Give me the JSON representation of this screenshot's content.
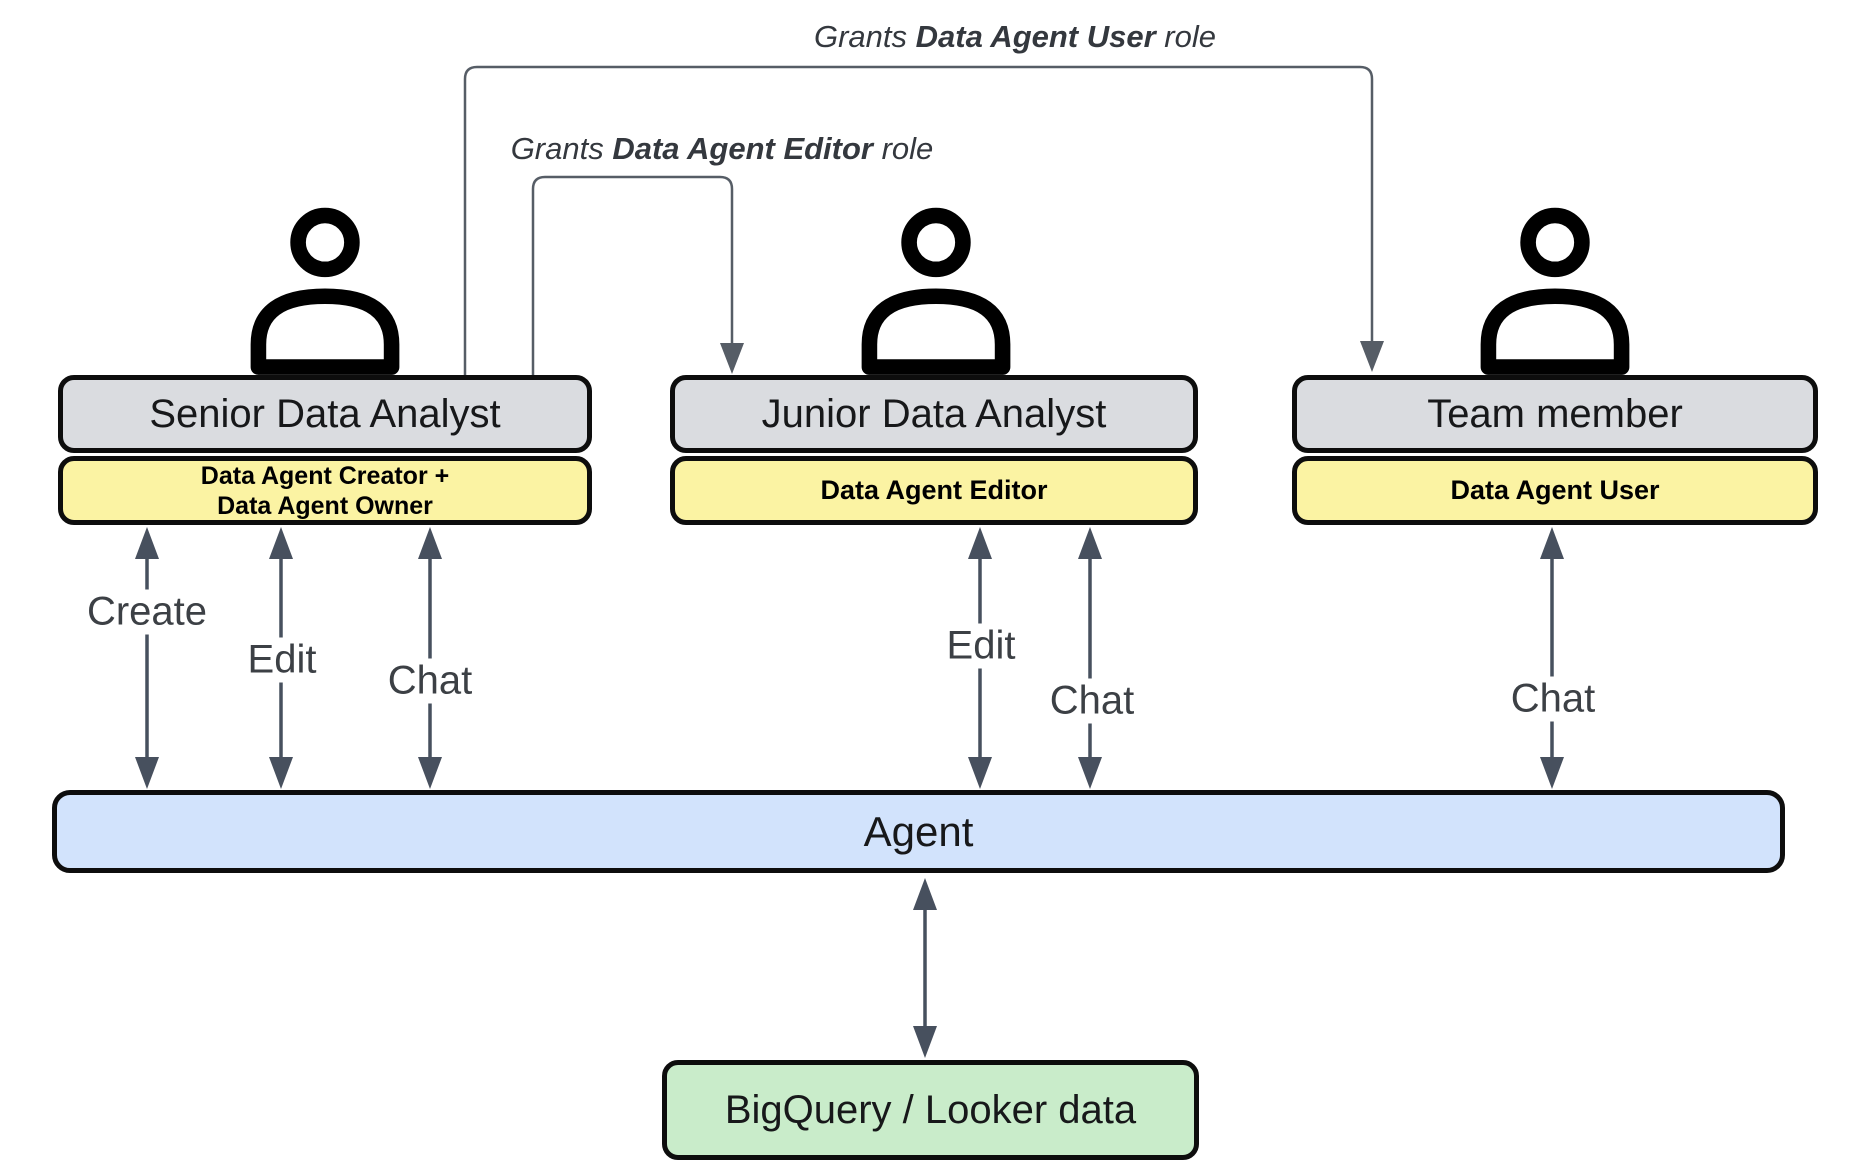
{
  "diagram": {
    "grants": {
      "user": {
        "prefix": "Grants ",
        "role_name": "Data Agent User",
        "suffix": " role"
      },
      "editor": {
        "prefix": "Grants ",
        "role_name": "Data Agent Editor",
        "suffix": " role"
      }
    },
    "personas": [
      {
        "title": "Senior Data Analyst",
        "role_line1": "Data Agent Creator +",
        "role_line2": "Data Agent Owner",
        "actions": [
          "Create",
          "Edit",
          "Chat"
        ]
      },
      {
        "title": "Junior Data Analyst",
        "role_line1": "Data Agent Editor",
        "role_line2": "",
        "actions": [
          "Edit",
          "Chat"
        ]
      },
      {
        "title": "Team member",
        "role_line1": "Data Agent User",
        "role_line2": "",
        "actions": [
          "Chat"
        ]
      }
    ],
    "agent": {
      "label": "Agent"
    },
    "datasource": {
      "label": "BigQuery / Looker data"
    },
    "colors": {
      "persona_box": "#dadce0",
      "role_box": "#fbf3a3",
      "agent_bar": "#d2e3fc",
      "datasource_box": "#c9ecca",
      "arrow": "#47505e",
      "connector": "#565d66"
    }
  }
}
